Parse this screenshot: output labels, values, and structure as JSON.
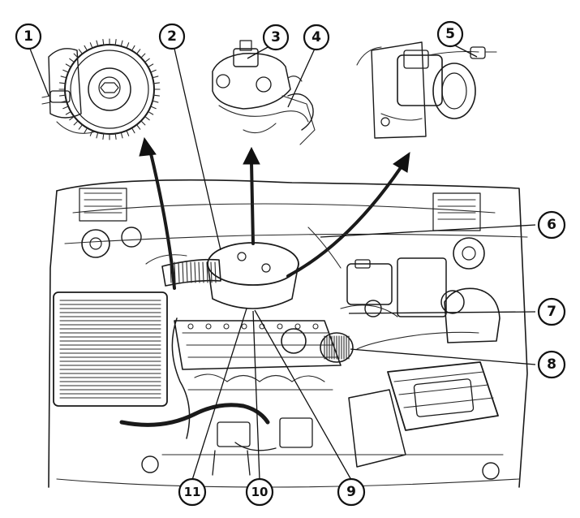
{
  "diagram": {
    "callouts": [
      {
        "id": "1",
        "label": "1"
      },
      {
        "id": "2",
        "label": "2"
      },
      {
        "id": "3",
        "label": "3"
      },
      {
        "id": "4",
        "label": "4"
      },
      {
        "id": "5",
        "label": "5"
      },
      {
        "id": "6",
        "label": "6"
      },
      {
        "id": "7",
        "label": "7"
      },
      {
        "id": "8",
        "label": "8"
      },
      {
        "id": "9",
        "label": "9"
      },
      {
        "id": "10",
        "label": "10"
      },
      {
        "id": "11",
        "label": "11"
      }
    ],
    "colors": {
      "ink": "#1a1a1a",
      "background": "#ffffff"
    }
  }
}
